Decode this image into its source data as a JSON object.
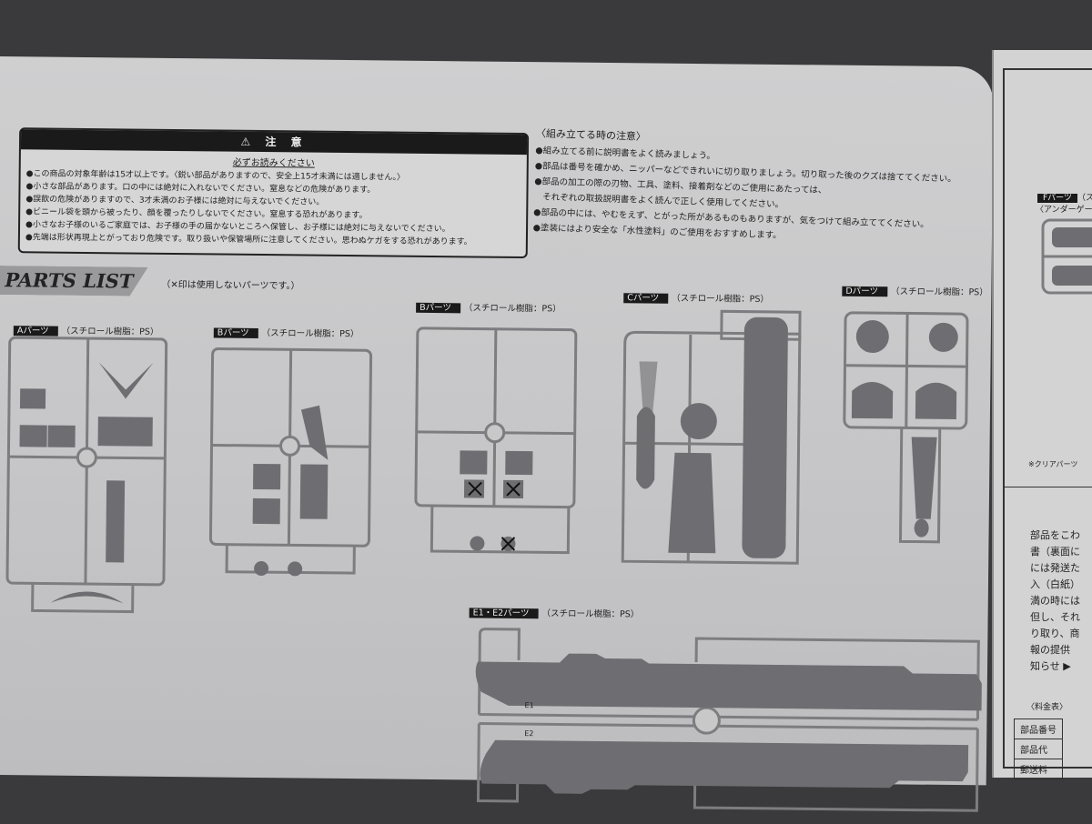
{
  "caution": {
    "title": "⚠ 注 意",
    "subtitle": "必ずお読みください",
    "lines": [
      "●この商品の対象年齢は15才以上です。〈鋭い部品がありますので、安全上15才未満には適しません。〉",
      "●小さな部品があります。口の中には絶対に入れないでください。窒息などの危険があります。",
      "●誤飲の危険がありますので、3才未満のお子様には絶対に与えないでください。",
      "●ビニール袋を頭から被ったり、顔を覆ったりしないでください。窒息する恐れがあります。",
      "●小さなお子様のいるご家庭では、お子様の手の届かないところへ保管し、お子様には絶対に与えないでください。",
      "●先端は形状再現上とがっており危険です。取り扱いや保管場所に注意してください。思わぬケガをする恐れがあります。"
    ]
  },
  "assembly": {
    "title": "〈組み立てる時の注意〉",
    "lines": [
      "●組み立てる前に説明書をよく読みましょう。",
      "●部品は番号を確かめ、ニッパーなどできれいに切り取りましょう。切り取った後のクズは捨ててください。",
      "●部品の加工の際の刃物、工具、塗料、接着剤などのご使用にあたっては、",
      "　それぞれの取扱説明書をよく読んで正しく使用してください。",
      "●部品の中には、やむをえず、とがった所があるものもありますが、気をつけて組み立ててください。",
      "●塗装にはより安全な「水性塗料」のご使用をおすすめします。"
    ]
  },
  "parts_list": {
    "title": "PARTS LIST",
    "note": "（✕印は使用しないパーツです。）",
    "material": "（スチロール樹脂：PS）",
    "groups": [
      {
        "tag": "Aパーツ"
      },
      {
        "tag": "Bパーツ"
      },
      {
        "tag": "Bパーツ"
      },
      {
        "tag": "Cパーツ"
      },
      {
        "tag": "Dパーツ"
      },
      {
        "tag": "E1・E2パーツ"
      }
    ],
    "e_labels": [
      "E1",
      "E2"
    ]
  },
  "right_page": {
    "f_tag": "Fパーツ",
    "f_material": "（ス",
    "under_gate": "〈アンダーゲー",
    "clear_note": "※クリアパーツ",
    "paragraph": [
      "部品をこわ",
      "書（裏面に",
      "には発送た",
      "入（白紙）",
      "満の時には",
      "但し、それ",
      "り取り、商",
      "報の提供",
      "知らせ ▶"
    ],
    "fee_title": "〈料金表〉",
    "fee_rows": [
      "部品番号",
      "部品代",
      "郵送料"
    ]
  },
  "colors": {
    "sprue": "#7d7d80",
    "part": "#6e6e72",
    "ink": "#1a1a1a"
  }
}
